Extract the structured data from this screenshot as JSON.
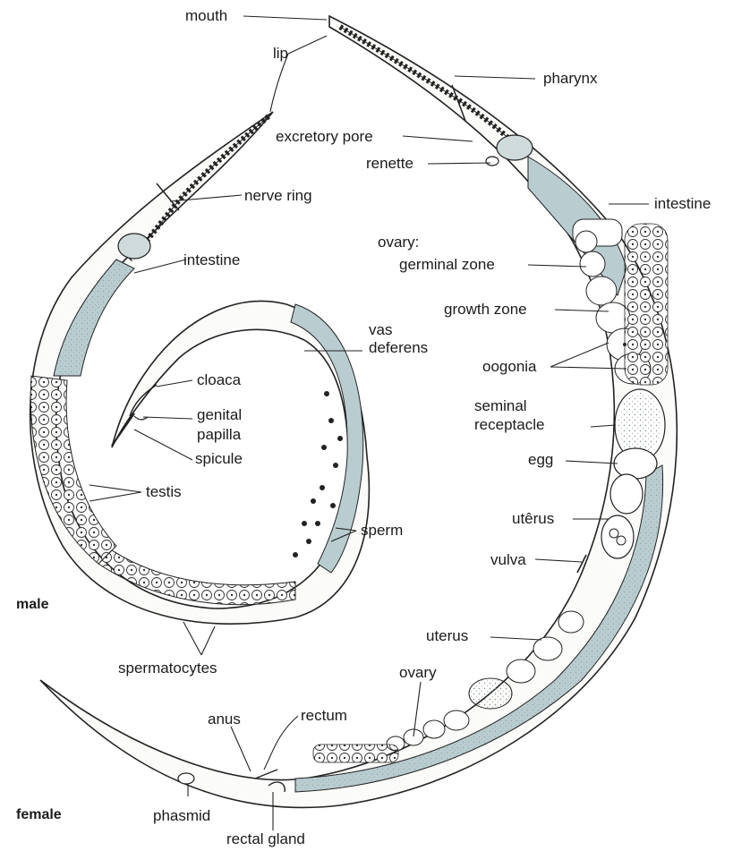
{
  "colors": {
    "intestine": "#b9cdd0",
    "ink": "#222222",
    "body_fill": "#fbfbf9",
    "speckle": "#e9efef"
  },
  "labels": {
    "mouth": "mouth",
    "lip": "lip",
    "pharynx": "pharynx",
    "excretory_pore": "excretory pore",
    "renette": "renette",
    "nerve_ring": "nerve ring",
    "intestine_female": "intestine",
    "intestine_male": "intestine",
    "ovary_heading": "ovary:",
    "germinal_zone": "germinal zone",
    "growth_zone": "growth zone",
    "vas_deferens_1": "vas",
    "vas_deferens_2": "deferens",
    "cloaca": "cloaca",
    "oogonia": "oogonia",
    "genital_papilla_1": "genital",
    "genital_papilla_2": "papilla",
    "spicule": "spicule",
    "seminal_receptacle_1": "seminal",
    "seminal_receptacle_2": "receptacle",
    "egg": "egg",
    "testis": "testis",
    "uterus_upper": "utêrus",
    "sperm": "sperm",
    "vulva": "vulva",
    "male": "male",
    "uterus_lower": "uterus",
    "spermatocytes": "spermatocytes",
    "ovary_lower": "ovary",
    "anus": "anus",
    "rectum": "rectum",
    "female": "female",
    "phasmid": "phasmid",
    "rectal_gland": "rectal gland"
  }
}
